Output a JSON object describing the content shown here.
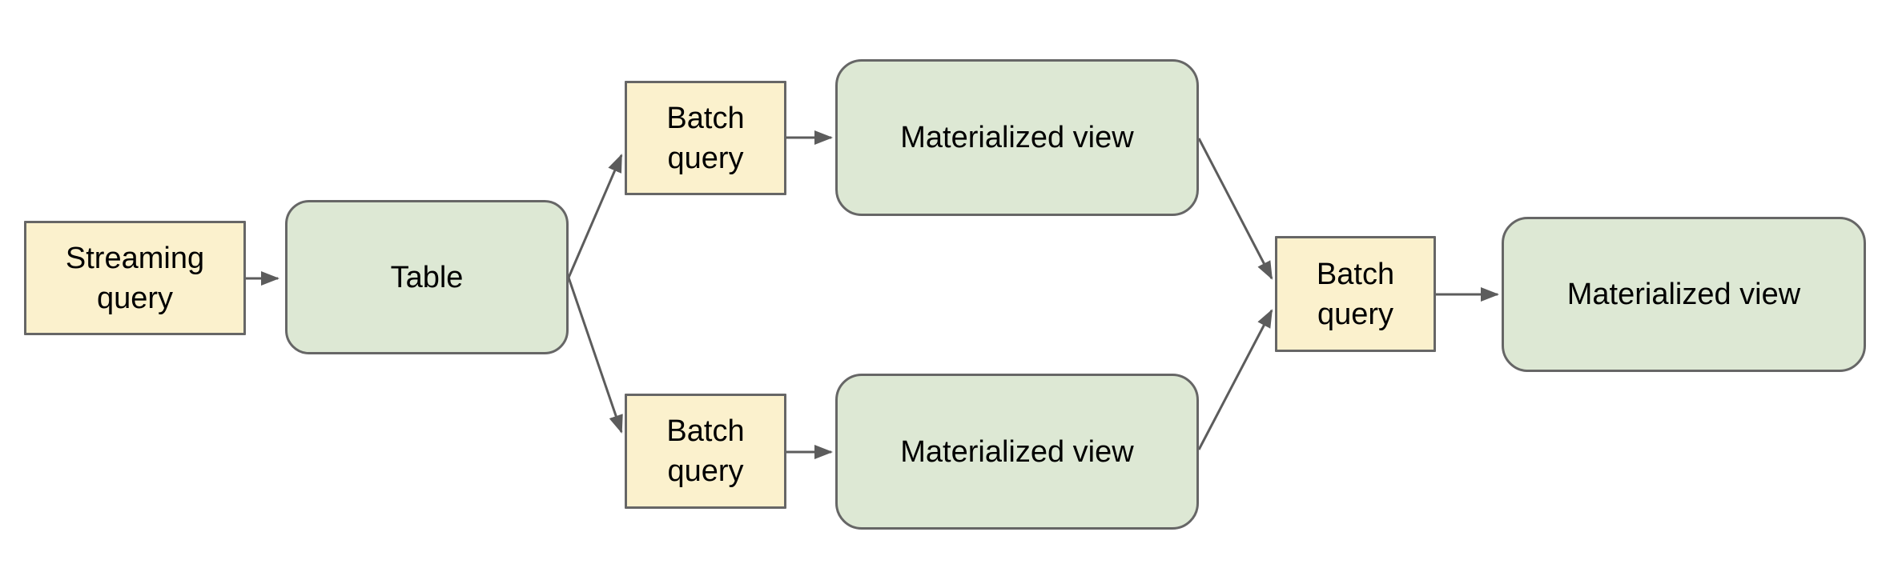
{
  "diagram": {
    "background_color": "#ffffff",
    "colors": {
      "query_box_fill": "#fbf1cd",
      "storage_box_fill": "#dde8d4",
      "stroke": "#5c5c5c",
      "text": "#000000"
    },
    "nodes": [
      {
        "id": "streaming-query",
        "label": "Streaming query",
        "kind": "query"
      },
      {
        "id": "table",
        "label": "Table",
        "kind": "storage"
      },
      {
        "id": "batch-query-top",
        "label": "Batch query",
        "kind": "query"
      },
      {
        "id": "materialized-view-top",
        "label": "Materialized view",
        "kind": "storage"
      },
      {
        "id": "batch-query-bottom",
        "label": "Batch query",
        "kind": "query"
      },
      {
        "id": "materialized-view-bottom",
        "label": "Materialized view",
        "kind": "storage"
      },
      {
        "id": "batch-query-right",
        "label": "Batch query",
        "kind": "query"
      },
      {
        "id": "materialized-view-right",
        "label": "Materialized view",
        "kind": "storage"
      }
    ],
    "edges": [
      {
        "from": "streaming-query",
        "to": "table"
      },
      {
        "from": "table",
        "to": "batch-query-top"
      },
      {
        "from": "table",
        "to": "batch-query-bottom"
      },
      {
        "from": "batch-query-top",
        "to": "materialized-view-top"
      },
      {
        "from": "batch-query-bottom",
        "to": "materialized-view-bottom"
      },
      {
        "from": "materialized-view-top",
        "to": "batch-query-right"
      },
      {
        "from": "materialized-view-bottom",
        "to": "batch-query-right"
      },
      {
        "from": "batch-query-right",
        "to": "materialized-view-right"
      }
    ]
  }
}
